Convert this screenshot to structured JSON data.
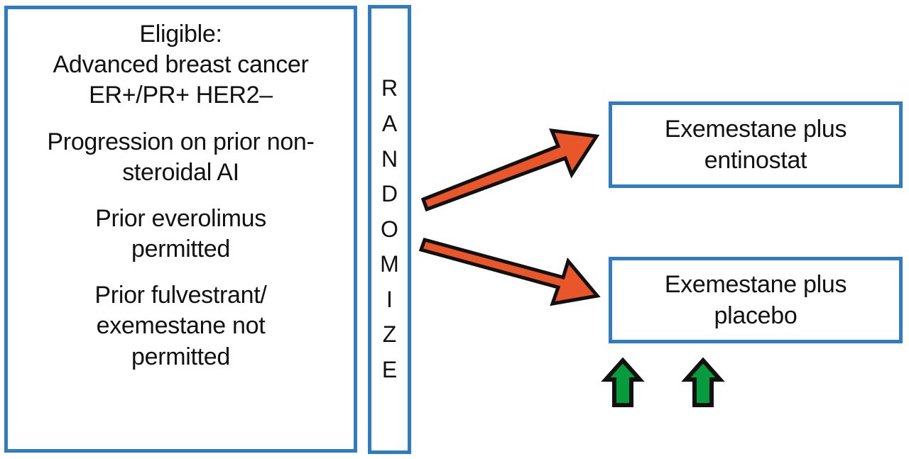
{
  "diagram": {
    "type": "clinical-trial-schema",
    "background_color": "#ffffff",
    "box_border_color": "#2f7cc0",
    "randomization_arrow_color": "#e8562a",
    "arrow_outline_color": "#111111",
    "highlight_arrow_color": "#069b3c",
    "text_color": "#111111"
  },
  "eligibility": {
    "groups": [
      {
        "name": "criteria-population",
        "lines": [
          "Eligible:",
          "Advanced breast cancer",
          "ER+/PR+ HER2–"
        ]
      },
      {
        "name": "criteria-progression",
        "lines": [
          "Progression on prior non-",
          "steroidal AI"
        ]
      },
      {
        "name": "criteria-everolimus",
        "lines": [
          "Prior everolimus",
          "permitted"
        ]
      },
      {
        "name": "criteria-fulvestrant",
        "lines": [
          "Prior fulvestrant/",
          "exemestane not",
          "permitted"
        ]
      }
    ]
  },
  "randomize": {
    "label": "RANDOMIZE",
    "letters": [
      "R",
      "A",
      "N",
      "D",
      "O",
      "M",
      "I",
      "Z",
      "E"
    ]
  },
  "arms": [
    {
      "id": "entinostat",
      "lines": [
        "Exemestane plus",
        "entinostat"
      ]
    },
    {
      "id": "placebo",
      "lines": [
        "Exemestane plus",
        "placebo"
      ]
    }
  ],
  "arrows": {
    "randomization": [
      {
        "name": "arrow-to-entinostat",
        "direction": "up-right",
        "color": "#e8562a"
      },
      {
        "name": "arrow-to-placebo",
        "direction": "down-right",
        "color": "#e8562a"
      }
    ],
    "highlight": [
      {
        "name": "green-up-arrow-1",
        "direction": "up",
        "color": "#069b3c"
      },
      {
        "name": "green-up-arrow-2",
        "direction": "up",
        "color": "#069b3c"
      }
    ]
  }
}
